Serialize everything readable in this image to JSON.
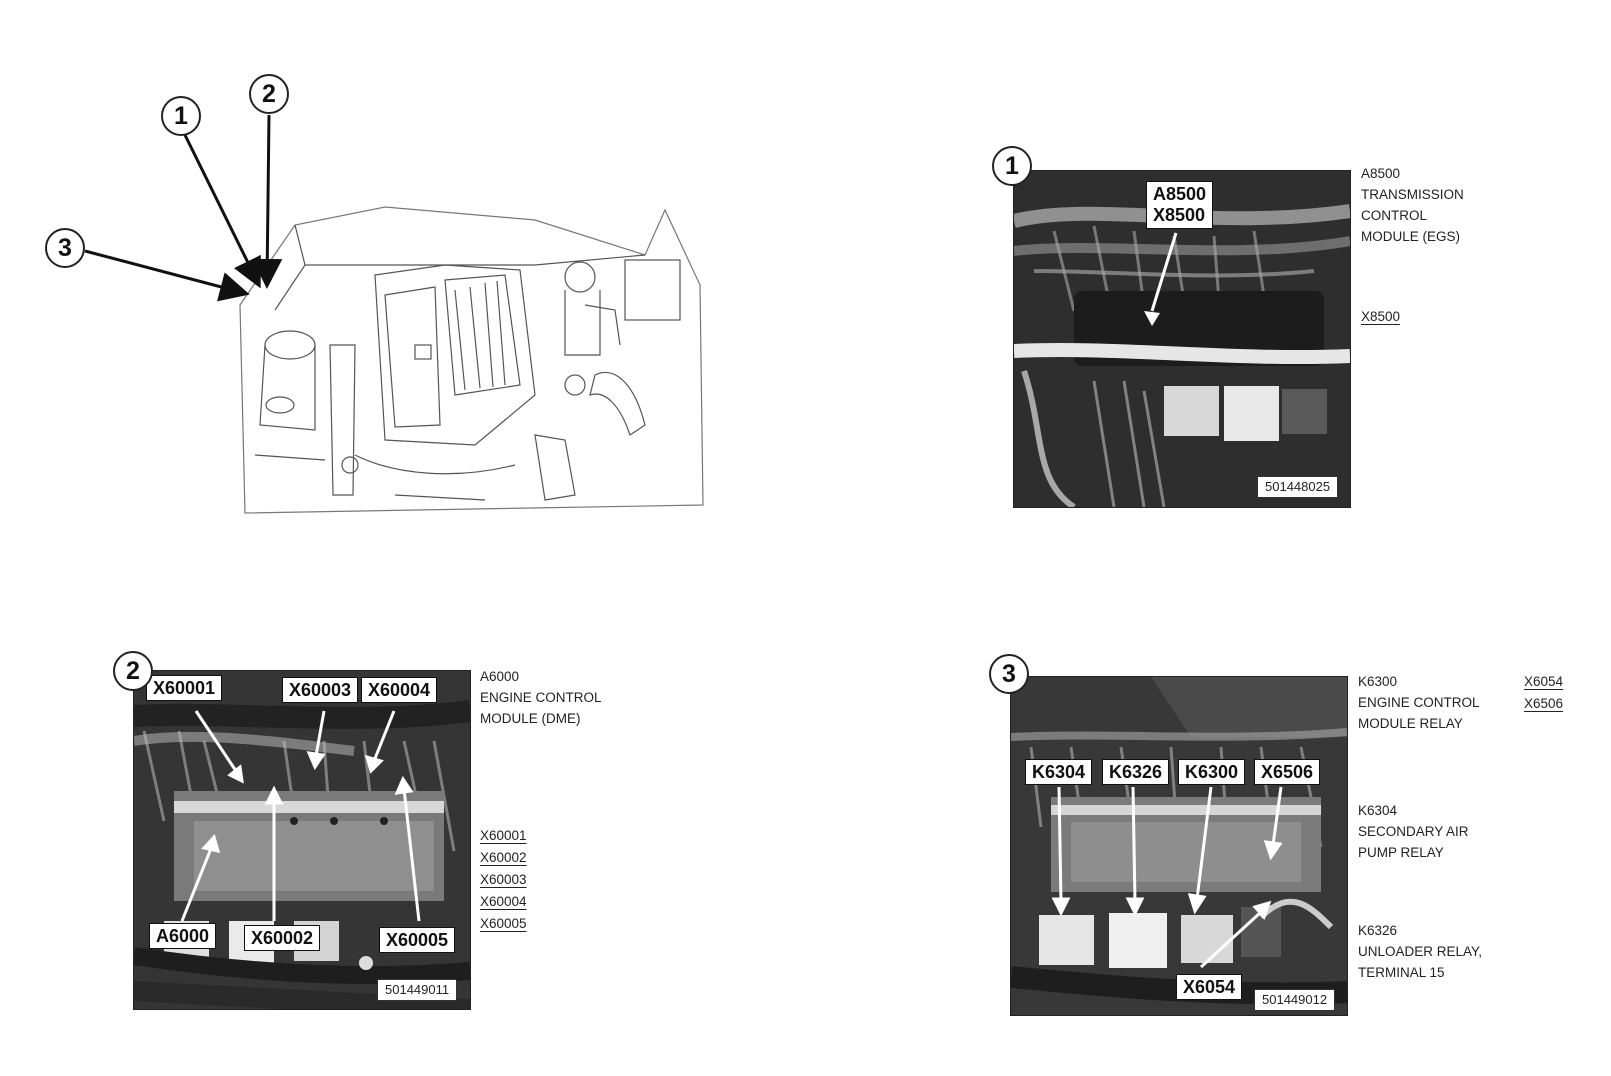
{
  "callouts": {
    "one": "1",
    "two": "2",
    "three": "3"
  },
  "panel1": {
    "tag_line1": "A8500",
    "tag_line2": "X8500",
    "fig_number": "501448025",
    "legend": [
      "A8500",
      "TRANSMISSION",
      "CONTROL",
      "MODULE (EGS)"
    ],
    "connectors": [
      "X8500"
    ]
  },
  "panel2": {
    "tags": {
      "x60001": "X60001",
      "x60003": "X60003",
      "x60004": "X60004",
      "a6000": "A6000",
      "x60002": "X60002",
      "x60005": "X60005"
    },
    "fig_number": "501449011",
    "legend": [
      "A6000",
      "ENGINE CONTROL",
      "MODULE (DME)"
    ],
    "connectors": [
      "X60001",
      "X60002",
      "X60003",
      "X60004",
      "X60005"
    ]
  },
  "panel3": {
    "tags": {
      "k6304": "K6304",
      "k6326": "K6326",
      "k6300": "K6300",
      "x6506": "X6506",
      "x6054": "X6054"
    },
    "fig_number": "501449012",
    "legend_a": [
      "K6300",
      "ENGINE CONTROL",
      "MODULE RELAY"
    ],
    "legend_b": [
      "K6304",
      "SECONDARY AIR",
      "PUMP RELAY"
    ],
    "legend_c": [
      "K6326",
      "UNLOADER RELAY,",
      "TERMINAL 15"
    ],
    "connectors": [
      "X6054",
      "X6506"
    ]
  },
  "colors": {
    "photo_dark": "#3a3a3a",
    "ink": "#1a1a1a",
    "paper": "#ffffff"
  }
}
